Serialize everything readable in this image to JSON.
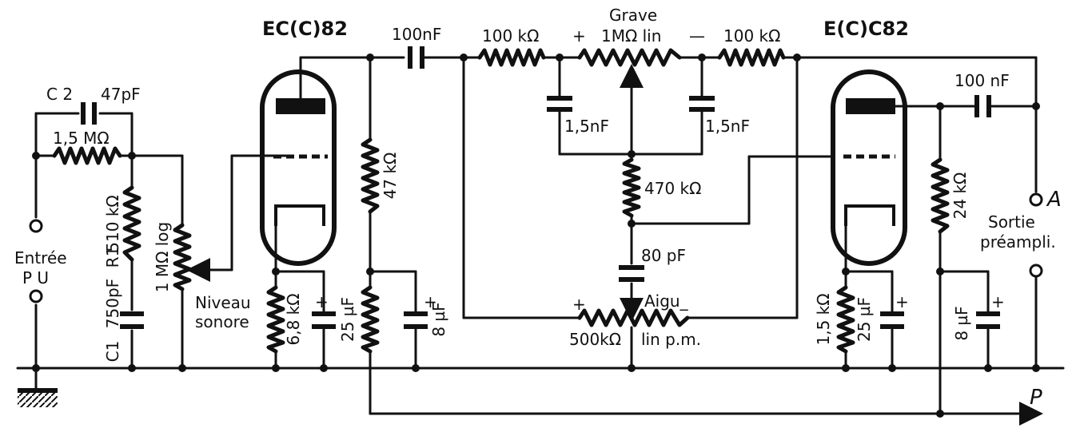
{
  "tubes": {
    "v1": "EC(C)82",
    "v2": "E(C)C82"
  },
  "input": {
    "line1": "Entrée",
    "line2": "P U"
  },
  "output": {
    "terminal": "A",
    "line1": "Sortie",
    "line2": "préampli."
  },
  "feedback_label": "P",
  "components": {
    "c2": "C 2",
    "c2_value": "47pF",
    "r_fb": "1,5 MΩ",
    "r1_value": "510 kΩ",
    "r1": "R1",
    "c1": "C1",
    "c1_value": "750pF",
    "volume_pot": "1 MΩ log",
    "volume_name1": "Niveau",
    "volume_name2": "sonore",
    "r_cath1": "6,8 kΩ",
    "c_cath1": "25 µF",
    "r_plate1": "47 kΩ",
    "c_decouple1": "8 µF",
    "c_couple1": "100nF",
    "r_bass_left": "100 kΩ",
    "bass_plus": "+",
    "bass_pot": "1MΩ lin",
    "bass_minus": "—",
    "bass_name": "Grave",
    "r_bass_right": "100 kΩ",
    "c_bass_left": "1,5nF",
    "c_bass_right": "1,5nF",
    "r_mid": "470 kΩ",
    "c_treble": "80 pF",
    "treble_name": "Aigu_",
    "treble_plus": "+",
    "treble_pot": "500kΩ",
    "treble_law": "lin p.m.",
    "r_cath2": "1,5 kΩ",
    "c_cath2": "25 µF",
    "r_plate2": "24 kΩ",
    "c_decouple2": "8 µF",
    "c_couple2": "100 nF",
    "plus_sign": "+"
  }
}
